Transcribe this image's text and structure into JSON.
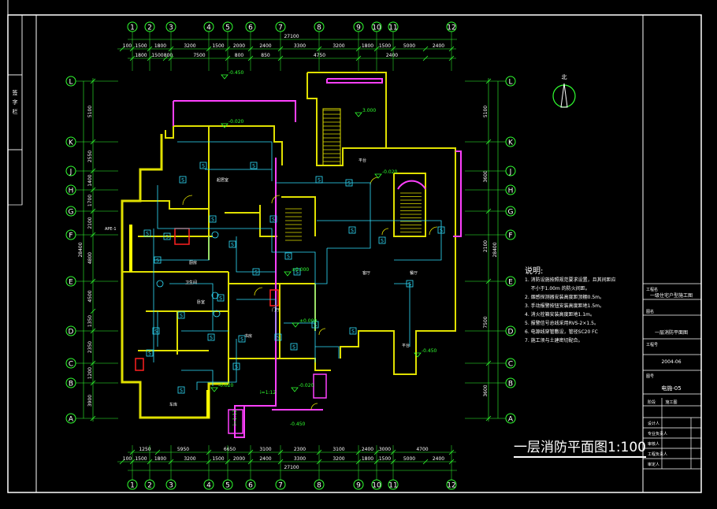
{
  "title": "一层消防平面图1:100",
  "north": "北",
  "total_dim": "27100",
  "top_dims_row1": [
    "100",
    "1500",
    "1800",
    "3200",
    "1500",
    "2000",
    "2400",
    "3300",
    "3200",
    "1800",
    "1500",
    "5000",
    "2400"
  ],
  "top_dims_row2": [
    "1800",
    "1500",
    "800",
    "7500",
    "800",
    "850",
    "4750",
    "2400"
  ],
  "bottom_dims_row1": [
    "1250",
    "5950",
    "6650",
    "3100",
    "2300",
    "3100",
    "2400",
    "3000",
    "4700"
  ],
  "bottom_dims_row2": [
    "100",
    "1500",
    "1800",
    "3200",
    "1500",
    "2000",
    "2400",
    "3300",
    "3200",
    "1800",
    "1500",
    "5000",
    "2400"
  ],
  "col_axes": [
    "1",
    "2",
    "3",
    "4",
    "5",
    "6",
    "7",
    "8",
    "9",
    "10",
    "11",
    "12"
  ],
  "row_axes": [
    "L",
    "K",
    "J",
    "H",
    "G",
    "F",
    "E",
    "D",
    "C",
    "B",
    "A"
  ],
  "left_dims": [
    "5100",
    "2550",
    "1400",
    "1700",
    "2100",
    "4800",
    "4500",
    "1350",
    "2350",
    "1200",
    "3900"
  ],
  "left_total": "28400",
  "right_dims": [
    "5100",
    "3600",
    "2100",
    "7500",
    "3600",
    "3900"
  ],
  "right_total": "28400",
  "levels": [
    "-0.450",
    "-0.020",
    "3.000",
    "-0.020",
    "±0.000",
    "±0.000",
    "-0.020",
    "-0.020",
    "-0.450"
  ],
  "ramp_labels": [
    "i=1:12",
    "i=1:12"
  ],
  "room_labels": [
    "平台",
    "客厅",
    "餐厅",
    "厨房",
    "卧室",
    "车库",
    "门厅",
    "平台",
    "书房",
    "起居室",
    "卫生间"
  ],
  "apparatus_label": "APE-1",
  "notes_title": "说明:",
  "notes": [
    "消防设施按照规范要求设置，且其间距应",
    "不小于1.00m 的防火间距。",
    "烟感探测器安装高度距顶棚0.5m。",
    "手动报警按钮安装高度距地1.5m。",
    "消火栓箱安装高度距地1.1m。",
    "报警信号总线采用RVS-2×1.5。",
    "电源线穿管敷设，管径SC20 FC",
    "施工须与土建密切配合。"
  ],
  "title_block": {
    "project_label": "工程名",
    "project_name": "一级住宅户型施工图",
    "drawing_label": "图名",
    "drawing_name": "一层消防平面图",
    "number_label": "工程号",
    "number_value": "2004-06",
    "sheet_label": "图号",
    "sheet_value": "电施-05",
    "stage_label": "阶段",
    "stage_value": "施工图",
    "signatures": [
      "设计人",
      "专业负责人",
      "审核人",
      "工程负责人",
      "审定人"
    ]
  },
  "left_strip": [
    "签",
    "字",
    "栏"
  ],
  "colors": {
    "bg": "#000000",
    "frame": "#ffffff",
    "wall": "#e0e000",
    "magenta": "#ff40ff",
    "cyan": "#30e0ff",
    "green": "#30ff30",
    "red": "#ff2020"
  }
}
